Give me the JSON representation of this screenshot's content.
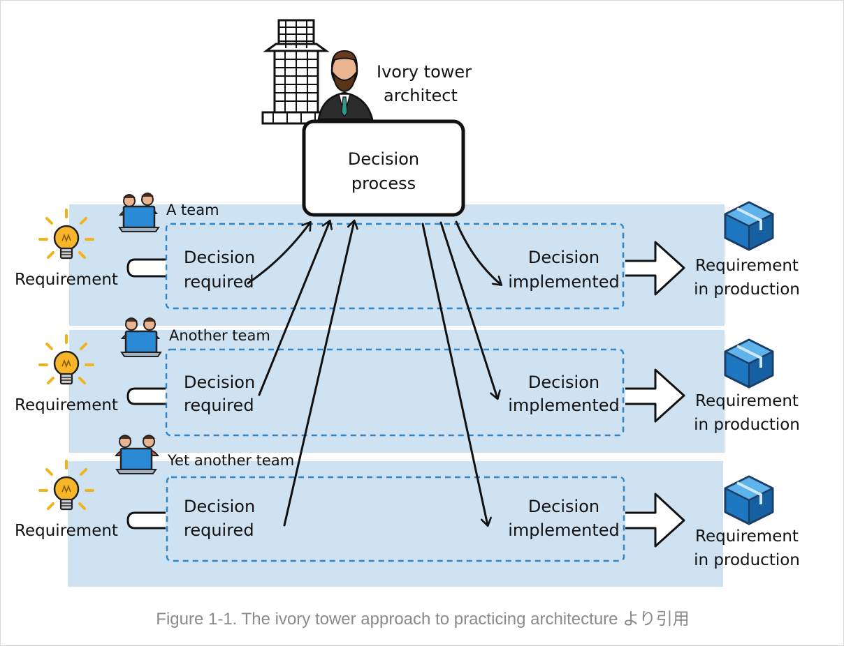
{
  "architect": {
    "label_line1": "Ivory tower",
    "label_line2": "architect",
    "icon": "ivory-tower-icon",
    "person_icon": "architect-person-icon"
  },
  "decision_process": {
    "line1": "Decision",
    "line2": "process"
  },
  "lanes": [
    {
      "team": "A team",
      "requirement": "Requirement",
      "decision_required": [
        "Decision",
        "required"
      ],
      "decision_implemented": [
        "Decision",
        "implemented"
      ],
      "production": [
        "Requirement",
        "in production"
      ]
    },
    {
      "team": "Another team",
      "requirement": "Requirement",
      "decision_required": [
        "Decision",
        "required"
      ],
      "decision_implemented": [
        "Decision",
        "implemented"
      ],
      "production": [
        "Requirement",
        "in production"
      ]
    },
    {
      "team": "Yet another team",
      "requirement": "Requirement",
      "decision_required": [
        "Decision",
        "required"
      ],
      "decision_implemented": [
        "Decision",
        "implemented"
      ],
      "production": [
        "Requirement",
        "in production"
      ]
    }
  ],
  "icons": {
    "requirement": "lightbulb-icon",
    "team": "team-laptop-icon",
    "production": "package-box-icon"
  },
  "colors": {
    "lane_fill": "#cfe2f1",
    "dashed_border": "#2f86c9",
    "bulb": "#f2b21c",
    "box": "#1d78c1"
  },
  "caption": "Figure 1-1. The ivory tower approach to practicing architecture より引用"
}
